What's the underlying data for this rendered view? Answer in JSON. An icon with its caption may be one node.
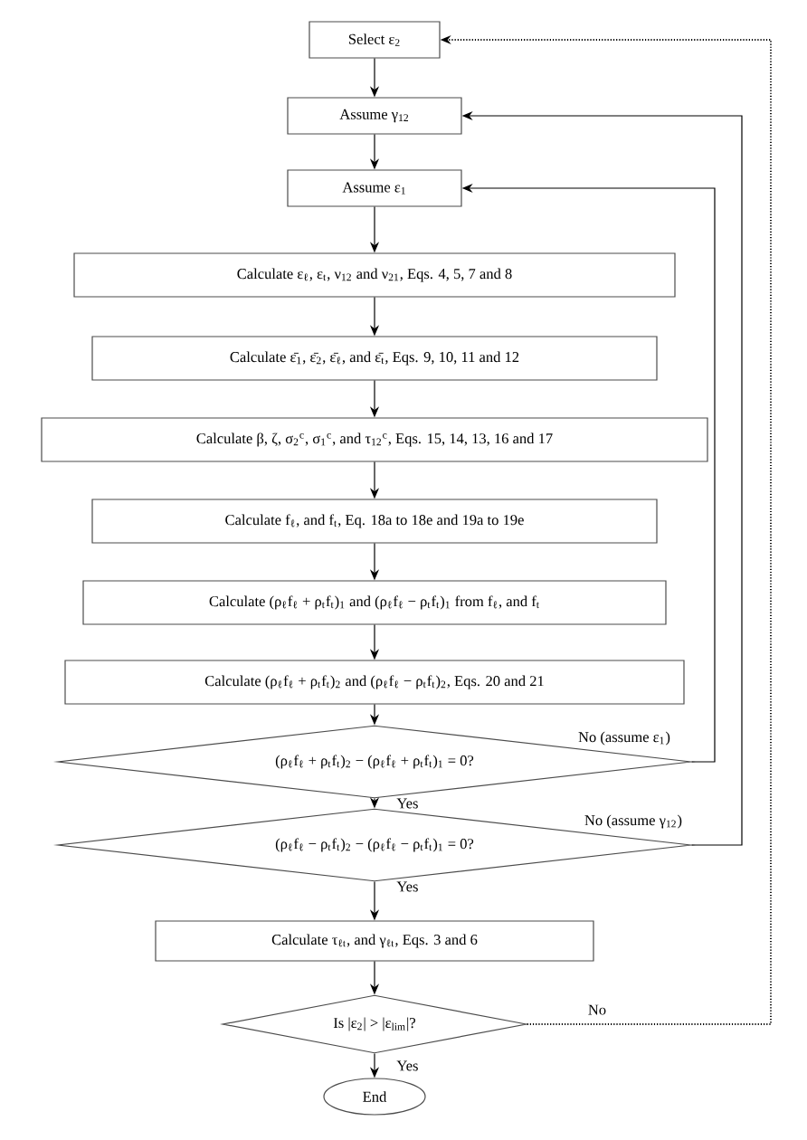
{
  "diagram": {
    "nodes": [
      {
        "text": [
          "Select ε$_{2}$"
        ]
      },
      {
        "text": [
          "Assume γ$_{12}$"
        ]
      },
      {
        "text": [
          "Assume ε$_{1}$"
        ]
      },
      {
        "text": [
          "Calculate ε$_{ℓ}$, ε$_{t}$, ν$_{12}$ and ν$_{21}$, Eqs. 4, 5, 7 and 8"
        ]
      },
      {
        "text": [
          "Calculate ε̄$_{1}$, ε̄$_{2}$, ε̄$_{ℓ}$, and ε̄$_{t}$, Eqs. 9, 10, 11 and 12"
        ]
      },
      {
        "text": [
          "Calculate β, ζ, σ$_{2}$$^{c}$, σ$_{1}$$^{c}$, and τ$_{12}$$^{c}$, Eqs. 15, 14, 13, 16 and 17"
        ]
      },
      {
        "text": [
          "Calculate f$_{ℓ}$, and f$_{t}$, Eq. 18a to 18e and 19a to 19e"
        ]
      },
      {
        "text": [
          "Calculate (ρ$_{ℓ}$f$_{ℓ}$ + ρ$_{t}$f$_{t}$)$_{1}$ and (ρ$_{ℓ}$f$_{ℓ}$ − ρ$_{t}$f$_{t}$)$_{1}$ from f$_{ℓ}$, and f$_{t}$"
        ]
      },
      {
        "text": [
          "Calculate (ρ$_{ℓ}$f$_{ℓ}$ + ρ$_{t}$f$_{t}$)$_{2}$ and (ρ$_{ℓ}$f$_{ℓ}$ − ρ$_{t}$f$_{t}$)$_{2}$, Eqs. 20 and 21"
        ]
      },
      {
        "text": [
          "(ρ$_{ℓ}$f$_{ℓ}$ + ρ$_{t}$f$_{t}$)$_{2}$ − (ρ$_{ℓ}$f$_{ℓ}$ + ρ$_{t}$f$_{t}$)$_{1}$ = 0?"
        ]
      },
      {
        "text": [
          "(ρ$_{ℓ}$f$_{ℓ}$ − ρ$_{t}$f$_{t}$)$_{2}$ − (ρ$_{ℓ}$f$_{ℓ}$ − ρ$_{t}$f$_{t}$)$_{1}$ = 0?"
        ]
      },
      {
        "text": [
          "Calculate τ$_{ℓt}$, and γ$_{ℓt}$, Eqs. 3 and 6"
        ]
      },
      {
        "text": [
          "Is |ε$_{2}$| > |ε$_{lim}$|?"
        ]
      },
      {
        "text": [
          "End"
        ]
      }
    ],
    "edges": [
      {
        "from": 0,
        "to": 1,
        "arrow": "to"
      },
      {
        "from": 1,
        "to": 2,
        "arrow": "to"
      },
      {
        "from": 2,
        "to": 3,
        "arrow": "to"
      },
      {
        "from": 3,
        "to": 4,
        "arrow": "to"
      },
      {
        "from": 4,
        "to": 5,
        "arrow": "to"
      },
      {
        "from": 5,
        "to": 6,
        "arrow": "to"
      },
      {
        "from": 6,
        "to": 7,
        "arrow": "to"
      },
      {
        "from": 7,
        "to": 8,
        "arrow": "to"
      },
      {
        "from": 8,
        "to": 9,
        "arrow": "to"
      },
      {
        "from": 9,
        "to": 2,
        "arrow": "to",
        "label": "No (assume ε$_{1}$)"
      },
      {
        "from": 9,
        "to": 10,
        "arrow": "to",
        "label": "Yes"
      },
      {
        "from": 10,
        "to": 1,
        "arrow": "to",
        "label": "No (assume γ$_{12}$)"
      },
      {
        "from": 10,
        "to": 11,
        "arrow": "to",
        "label": "Yes"
      },
      {
        "from": 11,
        "to": 12,
        "arrow": "to"
      },
      {
        "from": 12,
        "to": 0,
        "arrow": "to",
        "label": "No",
        "style": "dashed"
      },
      {
        "from": 12,
        "to": 13,
        "arrow": "to",
        "label": "Yes"
      }
    ]
  }
}
